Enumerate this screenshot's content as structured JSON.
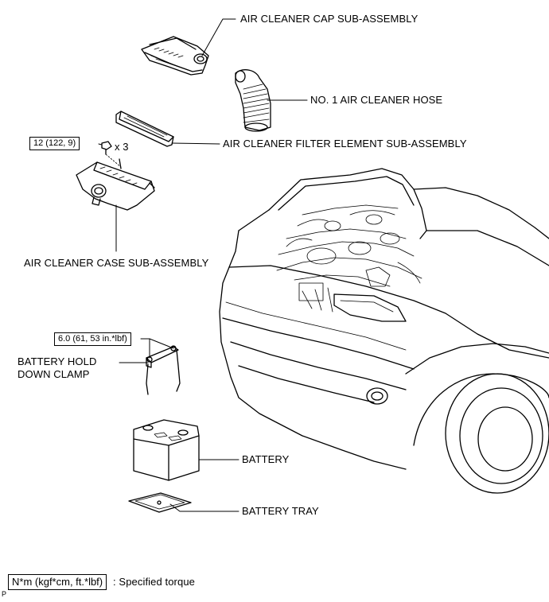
{
  "labels": {
    "air_cleaner_cap": "AIR CLEANER CAP SUB-ASSEMBLY",
    "air_cleaner_hose": "NO. 1 AIR CLEANER HOSE",
    "filter_element": "AIR CLEANER FILTER ELEMENT SUB-ASSEMBLY",
    "air_cleaner_case": "AIR CLEANER CASE SUB-ASSEMBLY",
    "hold_down_clamp_line1": "BATTERY HOLD",
    "hold_down_clamp_line2": "DOWN CLAMP",
    "battery": "BATTERY",
    "battery_tray": "BATTERY TRAY"
  },
  "torques": {
    "case_bolt": "12 (122, 9)",
    "case_bolt_qty": "x 3",
    "clamp_nut": "6.0 (61, 53 in.*lbf)"
  },
  "legend": {
    "unit_box": "N*m (kgf*cm, ft.*lbf)",
    "description": ": Specified torque"
  },
  "corner_mark": "P"
}
